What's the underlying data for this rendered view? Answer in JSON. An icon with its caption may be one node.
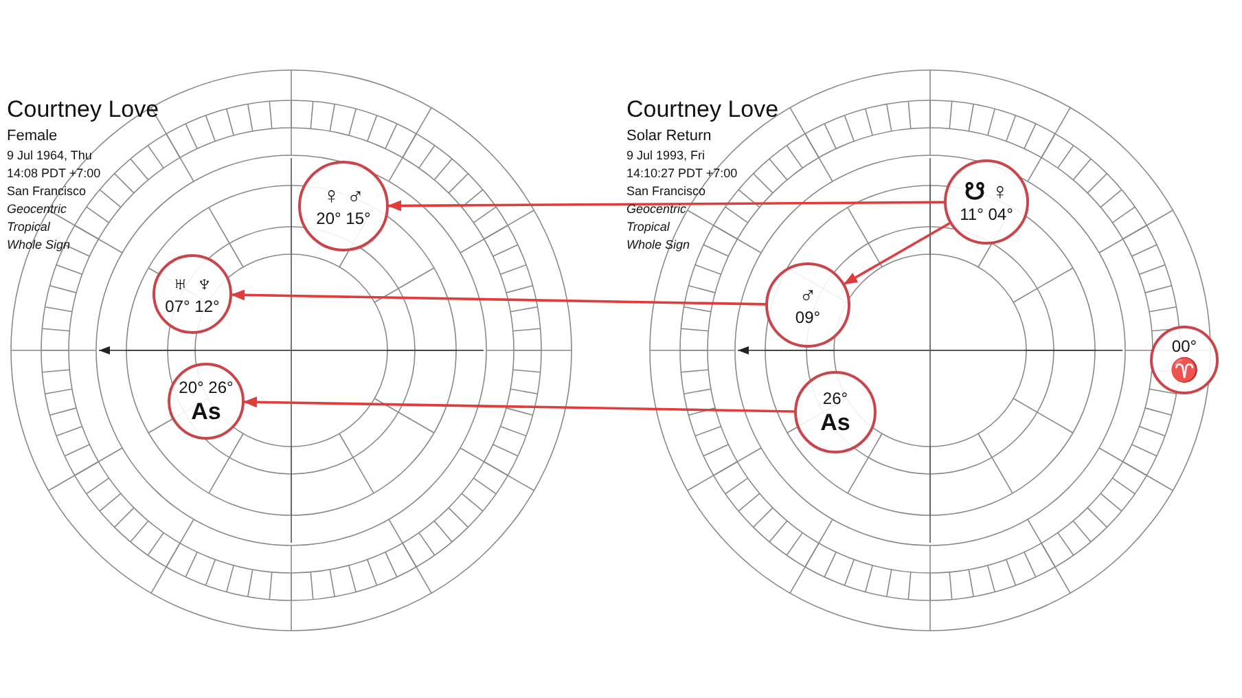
{
  "diagram": {
    "nodes": [
      {
        "text": [
          "♀ ♂",
          "20° 15°"
        ]
      },
      {
        "text": [
          "♅ ♆",
          "07° 12°"
        ]
      },
      {
        "text": [
          "20° 26°",
          "As"
        ]
      },
      {
        "text": [
          "☋ ♀",
          "11° 04°"
        ]
      },
      {
        "text": [
          "♂",
          "09°"
        ]
      },
      {
        "text": [
          "26°",
          "As"
        ]
      },
      {
        "text": [
          "00°",
          "♈"
        ]
      }
    ],
    "edges": [
      {
        "from": 3,
        "to": 0,
        "arrow": "to"
      },
      {
        "from": 3,
        "to": 4,
        "arrow": "to"
      },
      {
        "from": 4,
        "to": 1,
        "arrow": "to"
      },
      {
        "from": 5,
        "to": 2,
        "arrow": "to"
      }
    ],
    "labels": [
      "Courtney Love",
      "Female",
      "9 Jul 1964, Thu",
      "14:08 PDT +7:00",
      "San Francisco",
      "Geocentric",
      "Tropical",
      "Whole Sign",
      "Courtney Love",
      "Solar Return",
      "9 Jul 1993, Fri",
      "14:10:27 PDT +7:00",
      "San Francisco",
      "Geocentric",
      "Tropical",
      "Whole Sign"
    ]
  }
}
